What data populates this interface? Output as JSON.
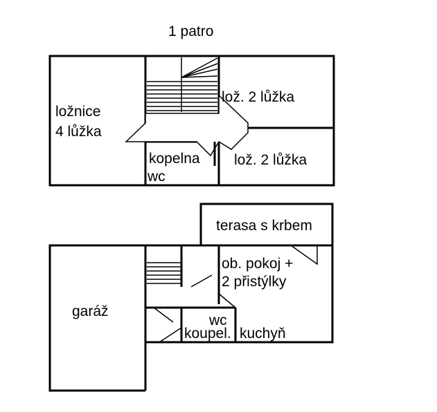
{
  "floor_plan": {
    "title": "1 patro",
    "upper_floor": {
      "bedroom_large_line1": "ložnice",
      "bedroom_large_line2": "4 lůžka",
      "bedroom_right_top": "lož. 2 lůžka",
      "bedroom_right_bottom": "lož. 2 lůžka",
      "bathroom": "kopelna",
      "toilet": "wc"
    },
    "ground_floor": {
      "garage": "garáž",
      "terrace": "terasa s krbem",
      "living_room_line1": "ob. pokoj +",
      "living_room_line2": "2 přistýlky",
      "toilet": "wc",
      "bathroom": "koupel.",
      "kitchen": "kuchyň"
    }
  }
}
